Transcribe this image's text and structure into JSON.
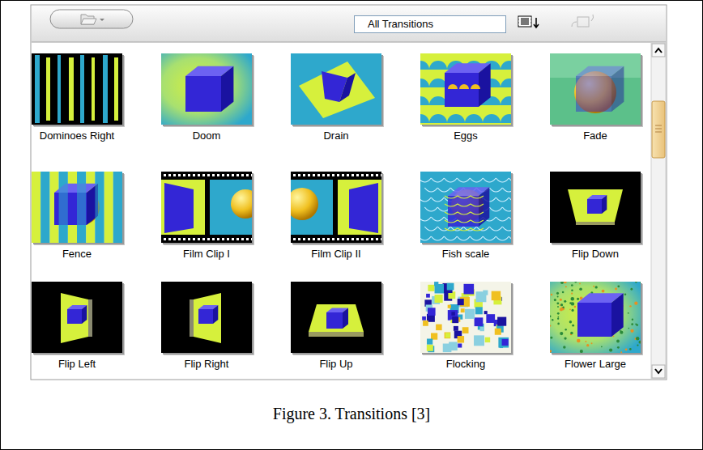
{
  "diagram": {
    "caption": "Figure 3. Transitions [3]",
    "nodes": [
      {
        "text": [
          "All Transitions"
        ]
      },
      {
        "text": [
          "Dominoes Right"
        ]
      },
      {
        "text": [
          "Doom"
        ]
      },
      {
        "text": [
          "Drain"
        ]
      },
      {
        "text": [
          "Eggs"
        ]
      },
      {
        "text": [
          "Fade"
        ]
      },
      {
        "text": [
          "Fence"
        ]
      },
      {
        "text": [
          "Film Clip I"
        ]
      },
      {
        "text": [
          "Film Clip II"
        ]
      },
      {
        "text": [
          "Fish scale"
        ]
      },
      {
        "text": [
          "Flip Down"
        ]
      },
      {
        "text": [
          "Flip Left"
        ]
      },
      {
        "text": [
          "Flip Right"
        ]
      },
      {
        "text": [
          "Flip Up"
        ]
      },
      {
        "text": [
          "Flocking"
        ]
      },
      {
        "text": [
          "Flower Large"
        ]
      }
    ]
  }
}
